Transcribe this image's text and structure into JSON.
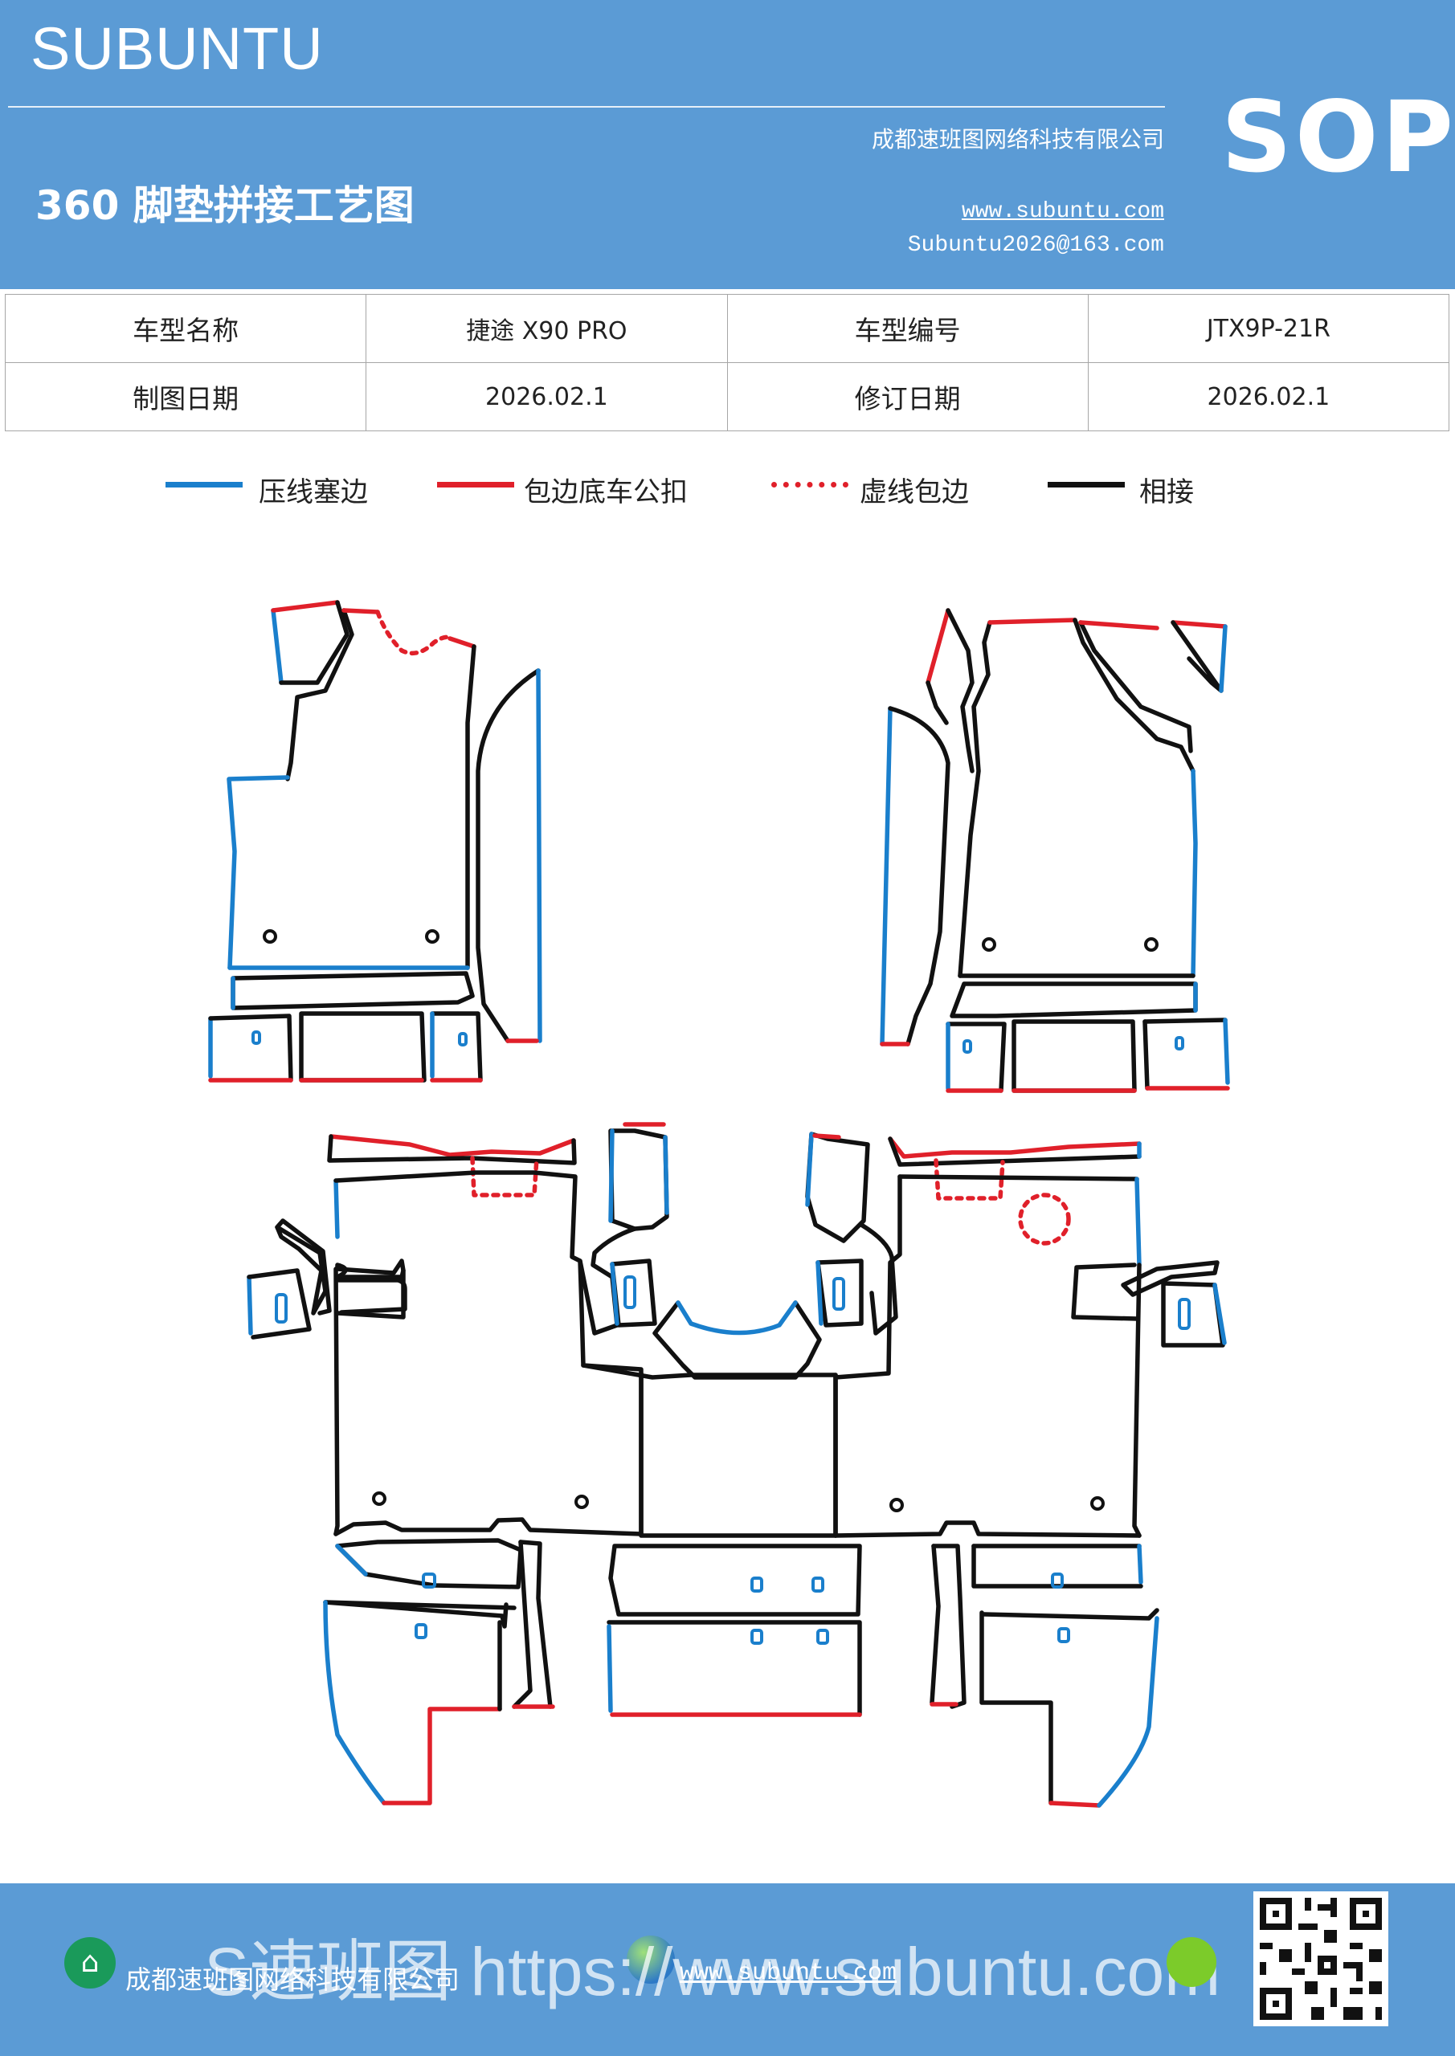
{
  "header": {
    "brand": "SUBUNTU",
    "title": "360 脚垫拼接工艺图",
    "company": "成都速班图网络科技有限公司",
    "website": "www.subuntu.com",
    "email": "Subuntu2026@163.com",
    "sop_label": "SOP",
    "color": "#5b9bd5"
  },
  "info_table": {
    "rows": [
      {
        "label1": "车型名称",
        "value1": "捷途 X90  PRO",
        "label2": "车型编号",
        "value2": "JTX9P-21R"
      },
      {
        "label1": "制图日期",
        "value1": "2026.02.1",
        "label2": "修订日期",
        "value2": "2026.02.1"
      }
    ]
  },
  "legend": [
    {
      "label": "压线塞边",
      "color": "#1a7fcc",
      "style": "solid"
    },
    {
      "label": "包边底车公扣",
      "color": "#e0202a",
      "style": "solid"
    },
    {
      "label": "虚线包边",
      "color": "#e0202a",
      "style": "dotted"
    },
    {
      "label": "相接",
      "color": "#111111",
      "style": "solid"
    }
  ],
  "footer": {
    "company": "成都速班图网络科技有限公司",
    "website": "www.subuntu.com",
    "watermark": "S速班图 https://www.subuntu.com"
  },
  "icons": [
    "home-icon",
    "globe-icon",
    "wechat-icon",
    "qr-code"
  ]
}
